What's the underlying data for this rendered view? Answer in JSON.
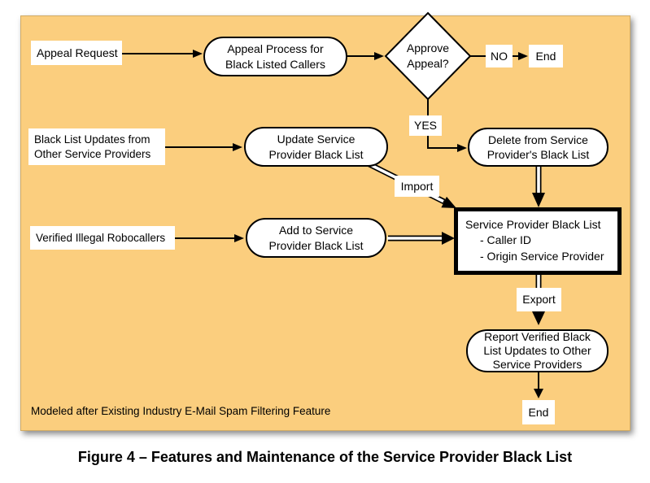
{
  "figure": {
    "caption": "Figure 4 – Features and Maintenance of the Service Provider Black List",
    "footnote": "Modeled after Existing Industry E-Mail Spam Filtering Feature",
    "colors": {
      "panel_background": "#FBCE7E",
      "shape_fill": "#FFFFFF",
      "line": "#000000"
    }
  },
  "nodes": {
    "appeal_request": {
      "label": "Appeal Request"
    },
    "appeal_process": {
      "label": "Appeal Process for\nBlack Listed Callers"
    },
    "approve_appeal": {
      "label": "Approve\nAppeal?"
    },
    "no": {
      "label": "NO"
    },
    "end_top": {
      "label": "End"
    },
    "yes": {
      "label": "YES"
    },
    "blacklist_updates": {
      "label": "Black List Updates from\nOther Service Providers"
    },
    "update_blacklist": {
      "label": "Update Service\nProvider Black List"
    },
    "delete_blacklist": {
      "label": "Delete from Service\nProvider's Black List"
    },
    "import": {
      "label": "Import"
    },
    "verified_robocallers": {
      "label": "Verified Illegal Robocallers"
    },
    "add_blacklist": {
      "label": "Add to Service\nProvider Black List"
    },
    "sp_blacklist": {
      "title": "Service Provider Black List",
      "items": [
        "- Caller ID",
        "- Origin Service Provider"
      ]
    },
    "export": {
      "label": "Export"
    },
    "report_updates": {
      "label": "Report Verified Black\nList Updates to Other\nService Providers"
    },
    "end_bottom": {
      "label": "End"
    }
  }
}
